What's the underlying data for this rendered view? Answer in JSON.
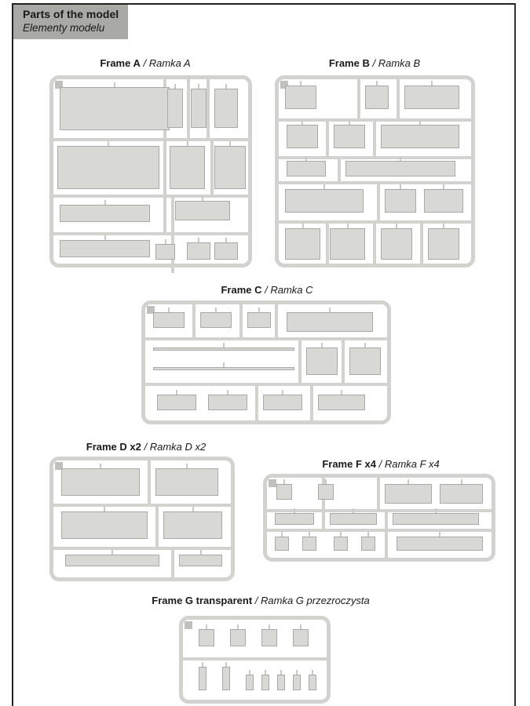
{
  "header": {
    "title": "Parts of the model",
    "subtitle": "Elementy modelu"
  },
  "frames": [
    {
      "id": "A",
      "label": "Frame A",
      "translation": "/ Ramka A"
    },
    {
      "id": "B",
      "label": "Frame B",
      "translation": "/ Ramka B"
    },
    {
      "id": "C",
      "label": "Frame C",
      "translation": "/ Ramka C"
    },
    {
      "id": "D",
      "label": "Frame D x2",
      "translation": "/ Ramka D x2"
    },
    {
      "id": "F",
      "label": "Frame F x4",
      "translation": "/ Ramka F x4"
    },
    {
      "id": "G",
      "label": "Frame G transparent",
      "translation": "/ Ramka G przezroczysta"
    }
  ]
}
